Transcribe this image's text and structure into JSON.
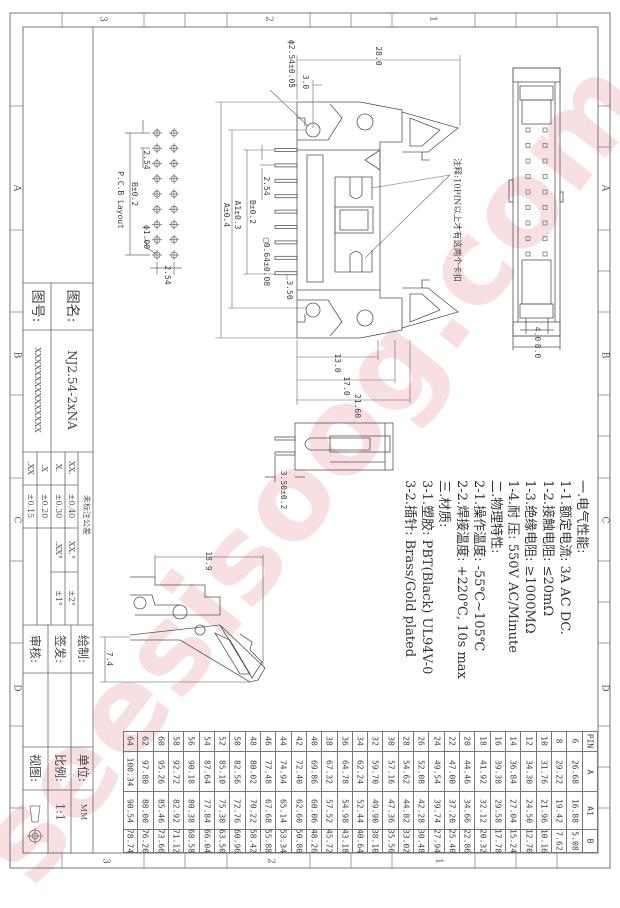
{
  "watermark": "seesisoog.com",
  "zones": {
    "top": [
      "3",
      "2",
      "1"
    ],
    "bottom": [
      "3",
      "2",
      "1"
    ],
    "side": [
      "A",
      "B",
      "C",
      "D"
    ]
  },
  "title_block": {
    "drawing_name_label": "图名:",
    "drawing_name": "NJ2.54-2xNA",
    "drawing_number_label": "图号:",
    "drawing_number": "XXXXXXXXXXXXXXX",
    "tolerance_header": "未标注公差",
    "tolerances": [
      {
        "format": "XX.",
        "value": "±0.40"
      },
      {
        "format": "X.",
        "value": "±0.30"
      },
      {
        "format": ".X",
        "value": "±0.20"
      },
      {
        "format": ".XX",
        "value": "±0.15"
      }
    ],
    "angle_tolerances": [
      {
        "format": "XX.°",
        "value": "±2°"
      },
      {
        "format": ".XX°",
        "value": "±1°"
      }
    ],
    "drawn_label": "绘制:",
    "issued_label": "签发:",
    "checked_label": "审核:",
    "unit_label": "单位:",
    "unit": "MM",
    "scale_label": "比例:",
    "scale": "1:1",
    "view_label": "视图:",
    "projection_symbol": "first-angle-projection-icon"
  },
  "dimensions": {
    "overall_length": "28.0",
    "peg_offset": "3.0",
    "peg_diameter": "ϕ2.54±0.05",
    "A": "A±0.4",
    "A1": "A1±0.3",
    "B": "B±0.2",
    "pitch": "2.54",
    "pin_size": "□0.64±0.08",
    "pin_offset": "3.50",
    "depth_13": "13.0",
    "depth_17": "17.0",
    "depth_21": "21.60",
    "pin_tail": "3.50±0.2",
    "latch_open": "18.9",
    "latch_height": "7.4",
    "width_inner": "4.0",
    "width_outer": "8.0"
  },
  "pcb_layout": {
    "label": "P.C.B Layout",
    "row_span": "B±0.2",
    "pitch_row": "2.54",
    "pitch_col": "2.54",
    "hole": "ϕ1.00"
  },
  "note": "注释:10PIN以上才有这两个卡扣",
  "specs": [
    "一.电气性能:",
    "1-1.额定电流: 3A AC DC.",
    "1-2.接触电阻: ≤20mΩ",
    "1-3.绝缘电阻: ≥1000MΩ",
    "1-4.耐    压: 550V AC/Minute",
    "二.物理特性:",
    "2-1.操作温度: -55℃~105℃",
    "2-2.焊接温度: +220℃, 10s max",
    "三.材质:",
    "3-1.塑胶: PBT(Black) UL94V-0",
    "3-2.插针: Brass/Gold plated"
  ],
  "dim_table": {
    "headers": [
      "PIN",
      "A",
      "A1",
      "B"
    ],
    "rows": [
      [
        "6",
        "26.68",
        "16.88",
        "5.08"
      ],
      [
        "8",
        "29.22",
        "19.42",
        "7.62"
      ],
      [
        "10",
        "31.76",
        "21.96",
        "10.16"
      ],
      [
        "12",
        "34.30",
        "24.50",
        "12.70"
      ],
      [
        "14",
        "36.84",
        "27.04",
        "15.24"
      ],
      [
        "16",
        "39.38",
        "29.58",
        "17.78"
      ],
      [
        "18",
        "41.92",
        "32.12",
        "20.32"
      ],
      [
        "20",
        "44.46",
        "34.66",
        "22.86"
      ],
      [
        "22",
        "47.00",
        "37.20",
        "25.40"
      ],
      [
        "24",
        "49.54",
        "39.74",
        "27.94"
      ],
      [
        "26",
        "52.08",
        "42.28",
        "30.48"
      ],
      [
        "28",
        "54.62",
        "44.82",
        "33.02"
      ],
      [
        "30",
        "57.16",
        "47.36",
        "35.56"
      ],
      [
        "32",
        "59.70",
        "49.90",
        "38.10"
      ],
      [
        "34",
        "62.24",
        "52.44",
        "40.64"
      ],
      [
        "36",
        "64.78",
        "54.98",
        "43.18"
      ],
      [
        "38",
        "67.32",
        "57.52",
        "45.72"
      ],
      [
        "40",
        "69.86",
        "60.06",
        "48.26"
      ],
      [
        "42",
        "72.40",
        "62.60",
        "50.80"
      ],
      [
        "44",
        "74.94",
        "65.14",
        "53.34"
      ],
      [
        "46",
        "77.48",
        "67.68",
        "55.88"
      ],
      [
        "48",
        "80.02",
        "70.22",
        "58.42"
      ],
      [
        "50",
        "82.56",
        "72.76",
        "60.96"
      ],
      [
        "52",
        "85.10",
        "75.30",
        "63.50"
      ],
      [
        "54",
        "87.64",
        "77.84",
        "66.04"
      ],
      [
        "56",
        "90.18",
        "80.38",
        "68.58"
      ],
      [
        "58",
        "92.72",
        "82.92",
        "71.12"
      ],
      [
        "60",
        "95.26",
        "85.46",
        "73.66"
      ],
      [
        "62",
        "97.80",
        "88.00",
        "76.20"
      ],
      [
        "64",
        "100.34",
        "90.54",
        "78.74"
      ]
    ]
  },
  "colors": {
    "line": "#555555",
    "watermark": "#e16e78"
  }
}
